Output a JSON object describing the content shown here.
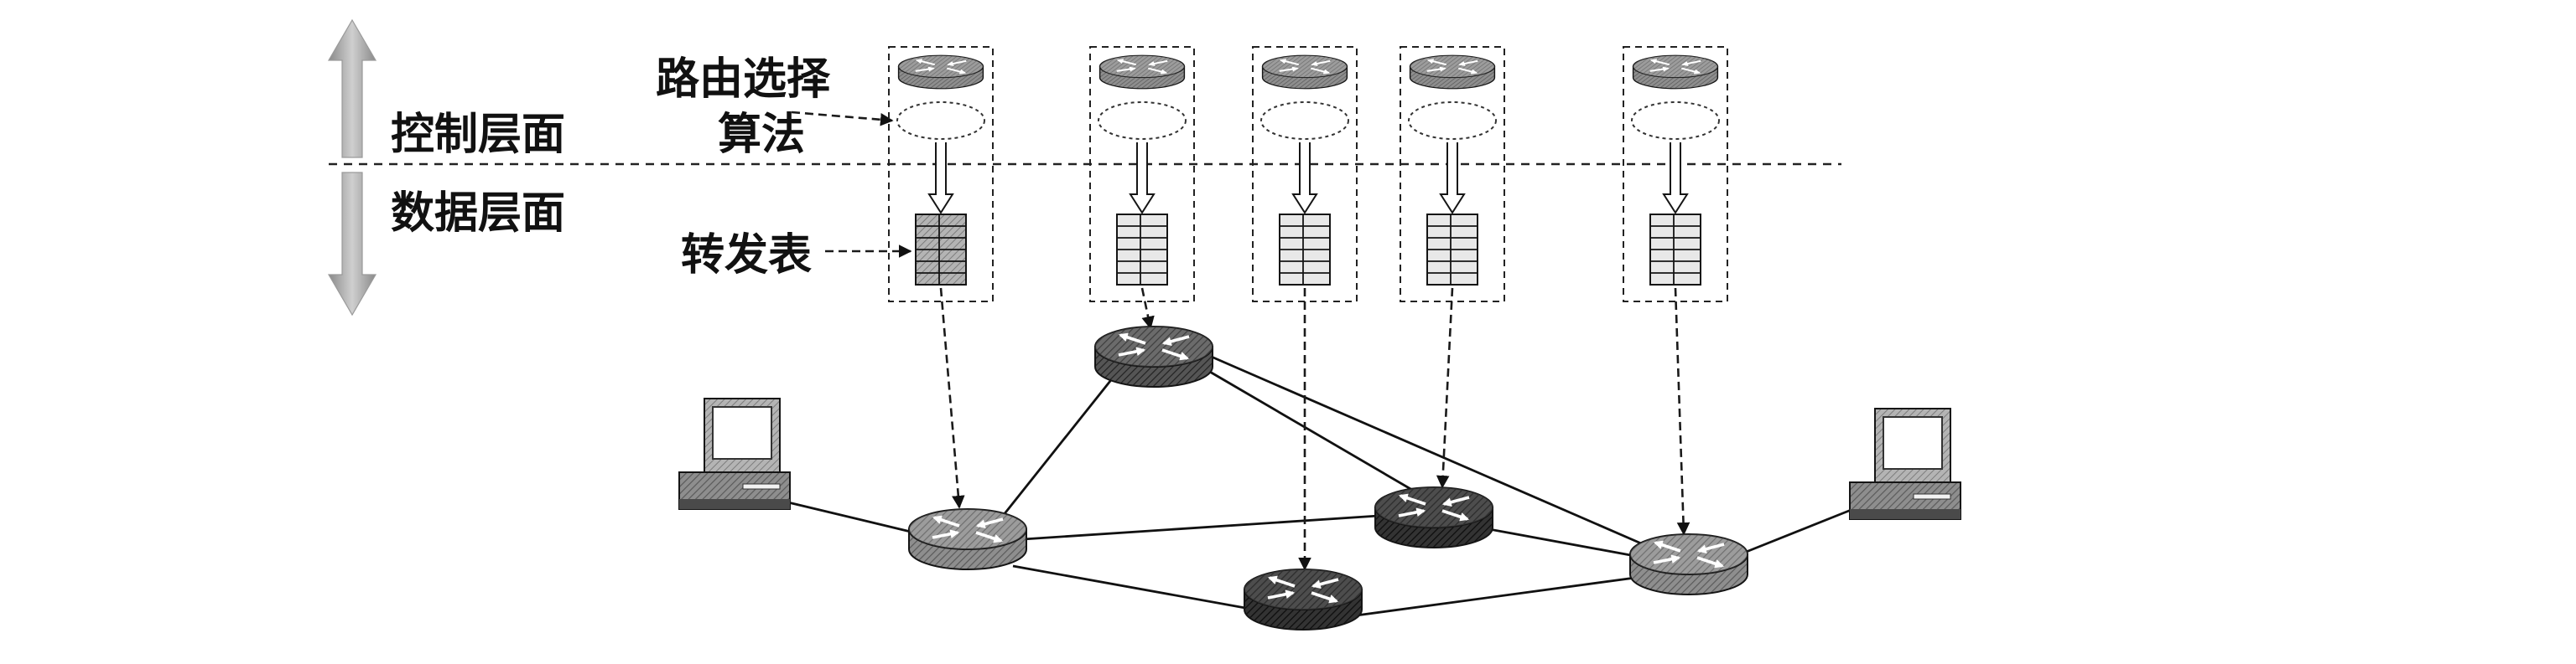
{
  "labels": {
    "routing_algorithm_line1": "路由选择",
    "routing_algorithm_line2": "算法",
    "control_plane": "控制层面",
    "data_plane": "数据层面",
    "forwarding_table": "转发表"
  },
  "icons": {
    "router": "router-icon",
    "host": "host-computer-icon",
    "forwarding_table": "table-grid-icon",
    "plane_arrow": "double-vertical-arrow-icon"
  }
}
